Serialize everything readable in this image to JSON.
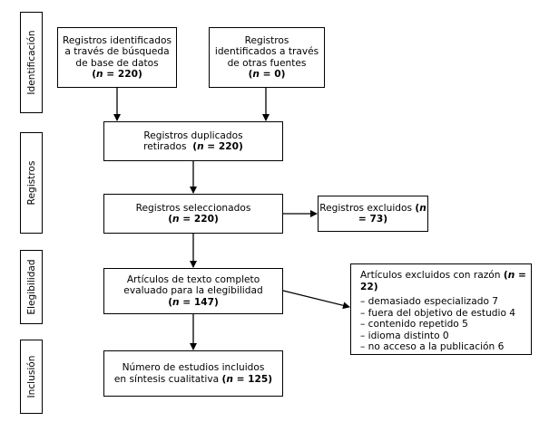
{
  "stages": [
    "Identificación",
    "Registros",
    "Elegibilidad",
    "Inclusión"
  ],
  "boxes": {
    "db_search": {
      "lines": [
        "Registros identificados",
        "a través de búsqueda",
        "de base de datos"
      ],
      "n": "220"
    },
    "other_sources": {
      "lines": [
        "Registros",
        "identificados a través",
        "de otras fuentes"
      ],
      "n": "0"
    },
    "duplicates_removed": {
      "lines": [
        "Registros duplicados",
        "retirados"
      ],
      "n": "220"
    },
    "screened": {
      "lines": [
        "Registros seleccionados"
      ],
      "n": "220"
    },
    "excluded": {
      "lines": [
        "Registros excluidos"
      ],
      "n": "73"
    },
    "fulltext": {
      "lines": [
        "Artículos de texto completo",
        "evaluado para la elegibilidad"
      ],
      "n": "147"
    },
    "fulltext_excluded": {
      "title": "Artículos excluidos con razón",
      "n": "22",
      "reasons": [
        "–  demasiado especializado 7",
        "–  fuera del objetivo de estudio 4",
        "–  contenido repetido 5",
        "–  idioma distinto 0",
        "–  no acceso a la publicación 6"
      ]
    },
    "included": {
      "lines": [
        "Número de estudios incluidos",
        "en síntesis cualitativa"
      ],
      "n": "125"
    }
  },
  "n_symbol": "n"
}
